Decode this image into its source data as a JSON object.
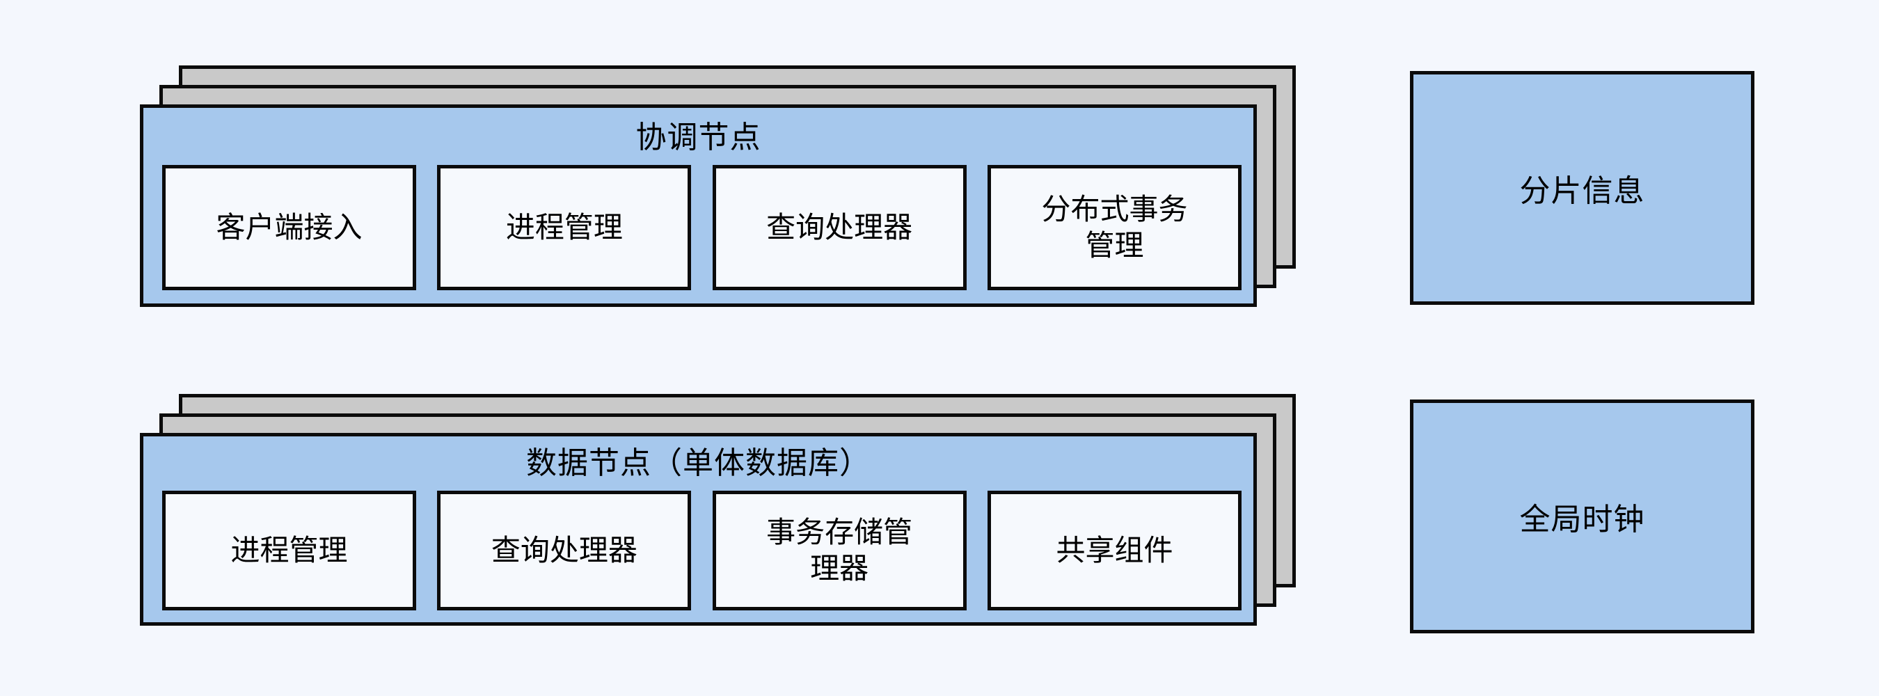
{
  "diagram": {
    "background_color": "#f4f7fd",
    "panel_fill_color": "#a6c8ed",
    "stack_fill_color": "#c9c9c9",
    "component_fill_color": "#f6f9fd",
    "stroke_color": "#0b0b0b",
    "groups": [
      {
        "id": "coordinator-node",
        "title": "协调节点",
        "stack_count": 3,
        "components": [
          {
            "label": "客户端接入"
          },
          {
            "label": "进程管理"
          },
          {
            "label": "查询处理器"
          },
          {
            "label": "分布式事务\n管理"
          }
        ]
      },
      {
        "id": "data-node",
        "title": "数据节点（单体数据库）",
        "stack_count": 3,
        "components": [
          {
            "label": "进程管理"
          },
          {
            "label": "查询处理器"
          },
          {
            "label": "事务存储管\n理器"
          },
          {
            "label": "共享组件"
          }
        ]
      }
    ],
    "side_boxes": [
      {
        "id": "shard-info",
        "label": "分片信息"
      },
      {
        "id": "global-clock",
        "label": "全局时钟"
      }
    ]
  }
}
